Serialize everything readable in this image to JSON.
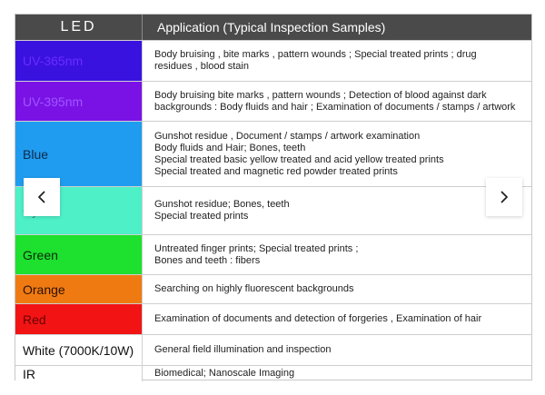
{
  "header": {
    "led": "LED",
    "application": "Application (Typical Inspection Samples)"
  },
  "rows": [
    {
      "led": "UV-365nm",
      "color": "#3a12e0",
      "text_color": "#6a2cff",
      "lines": [
        "Body bruising , bite marks , pattern wounds ; Special treated prints ; drug",
        "residues , blood stain"
      ]
    },
    {
      "led": "UV-395nm",
      "color": "#7a12e6",
      "text_color": "#a055ff",
      "lines": [
        "Body bruising bite marks , pattern wounds ; Detection of blood against dark",
        "backgrounds : Body fluids and hair ; Examination of documents / stamps / artwork"
      ]
    },
    {
      "led": "Blue",
      "color": "#1f9cf0",
      "text_color": "#0d2a4a",
      "lines": [
        "Gunshot residue , Document / stamps / artwork examination",
        "Body fluids and Hair; Bones,  teeth",
        "Special treated basic yellow treated and acid yellow treated prints",
        "Special treated and magnetic red powder treated prints"
      ]
    },
    {
      "led": "Cyan",
      "color": "#4ef0c8",
      "text_color": "#3a8a7a",
      "lines": [
        "Gunshot residue;  Bones,  teeth",
        "Special treated prints"
      ]
    },
    {
      "led": "Green",
      "color": "#1ee02e",
      "text_color": "#0a2a0a",
      "lines": [
        "Untreated finger prints; Special treated prints ;",
        "Bones and teeth : fibers"
      ]
    },
    {
      "led": "Orange",
      "color": "#f07a12",
      "text_color": "#2a1200",
      "lines": [
        "Searching on highly fluorescent backgrounds"
      ]
    },
    {
      "led": "Red",
      "color": "#f21414",
      "text_color": "#6a0000",
      "lines": [
        "Examination of documents and detection of forgeries , Examination of hair"
      ]
    },
    {
      "led": "White (7000K/10W)",
      "color": "#ffffff",
      "text_color": "#111111",
      "lines": [
        "General field illumination and inspection"
      ]
    },
    {
      "led": "IR",
      "color": "#ffffff",
      "text_color": "#111111",
      "lines": [
        "Biomedical; Nanoscale Imaging"
      ]
    }
  ],
  "carousel": {
    "prev_icon": "chevron-left-icon",
    "next_icon": "chevron-right-icon"
  }
}
